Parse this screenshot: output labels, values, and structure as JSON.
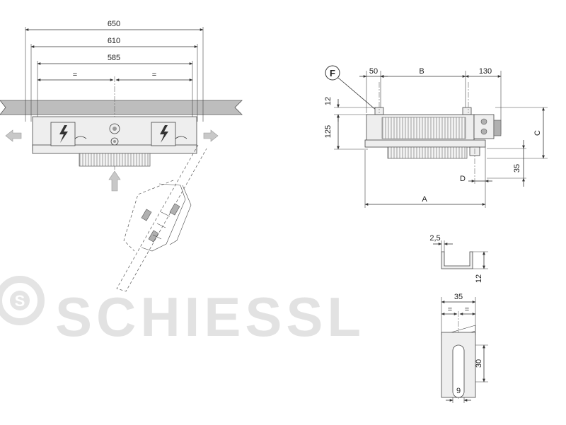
{
  "front_view": {
    "dim_650": "650",
    "dim_610": "610",
    "dim_585": "585",
    "dim_equal_left": "=",
    "dim_equal_right": "="
  },
  "side_view": {
    "dim_50": "50",
    "dim_B": "B",
    "dim_130": "130",
    "dim_12": "12",
    "dim_125": "125",
    "dim_C": "C",
    "dim_35": "35",
    "dim_D": "D",
    "dim_A": "A",
    "callout_F": "F"
  },
  "detail_rail": {
    "dim_2_5": "2,5",
    "dim_12": "12"
  },
  "detail_slot": {
    "dim_35": "35",
    "dim_equal_left": "=",
    "dim_equal_right": "=",
    "dim_30": "30",
    "dim_9": "9"
  },
  "watermark": {
    "brand": "SCHIESSL",
    "logo_letter": "S"
  },
  "colors": {
    "line": "#333333",
    "ceiling": "#bdbdbd",
    "watermark": "#e2e2e2"
  }
}
